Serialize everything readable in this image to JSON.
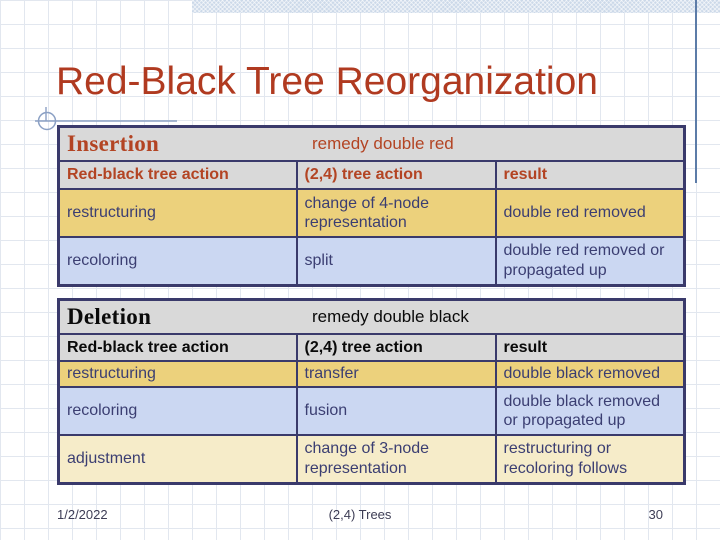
{
  "slide_title": "Red-Black Tree Reorganization",
  "footer": {
    "date": "1/2/2022",
    "deck_title": "(2,4) Trees",
    "page_number": "30"
  },
  "colors": {
    "title-red": "#b03a20",
    "table-red": "#b34423",
    "deletion-black": "#0a0a0a",
    "navy": "#3a3a6b",
    "navy-text": "#3b3e72",
    "cell-gray": "#d9d9d9",
    "row-yellow": "#ecd17c",
    "row-lavender": "#cbd7f2",
    "row-cream": "#f6ecc9",
    "band-blue": "#ccd9e9",
    "accent-line": "#5c7ca8",
    "footer-text": "#3d3d55",
    "grid-line": "#e2e7ef",
    "deco-line": "#8ba0c4"
  },
  "tables": [
    {
      "title": "Insertion",
      "remedy": "remedy double red",
      "columns": [
        "Red-black tree action",
        "(2,4) tree action",
        "result"
      ],
      "rows": [
        [
          "restructuring",
          "change of 4-node representation",
          "double red removed"
        ],
        [
          "recoloring",
          "split",
          "double red removed or propagated up"
        ]
      ]
    },
    {
      "title": "Deletion",
      "remedy": "remedy double black",
      "columns": [
        "Red-black tree action",
        "(2,4) tree action",
        "result"
      ],
      "rows": [
        [
          "restructuring",
          "transfer",
          "double black removed"
        ],
        [
          "recoloring",
          "fusion",
          "double black removed or propagated up"
        ],
        [
          "adjustment",
          "change of 3-node representation",
          "restructuring or recoloring follows"
        ]
      ]
    }
  ]
}
